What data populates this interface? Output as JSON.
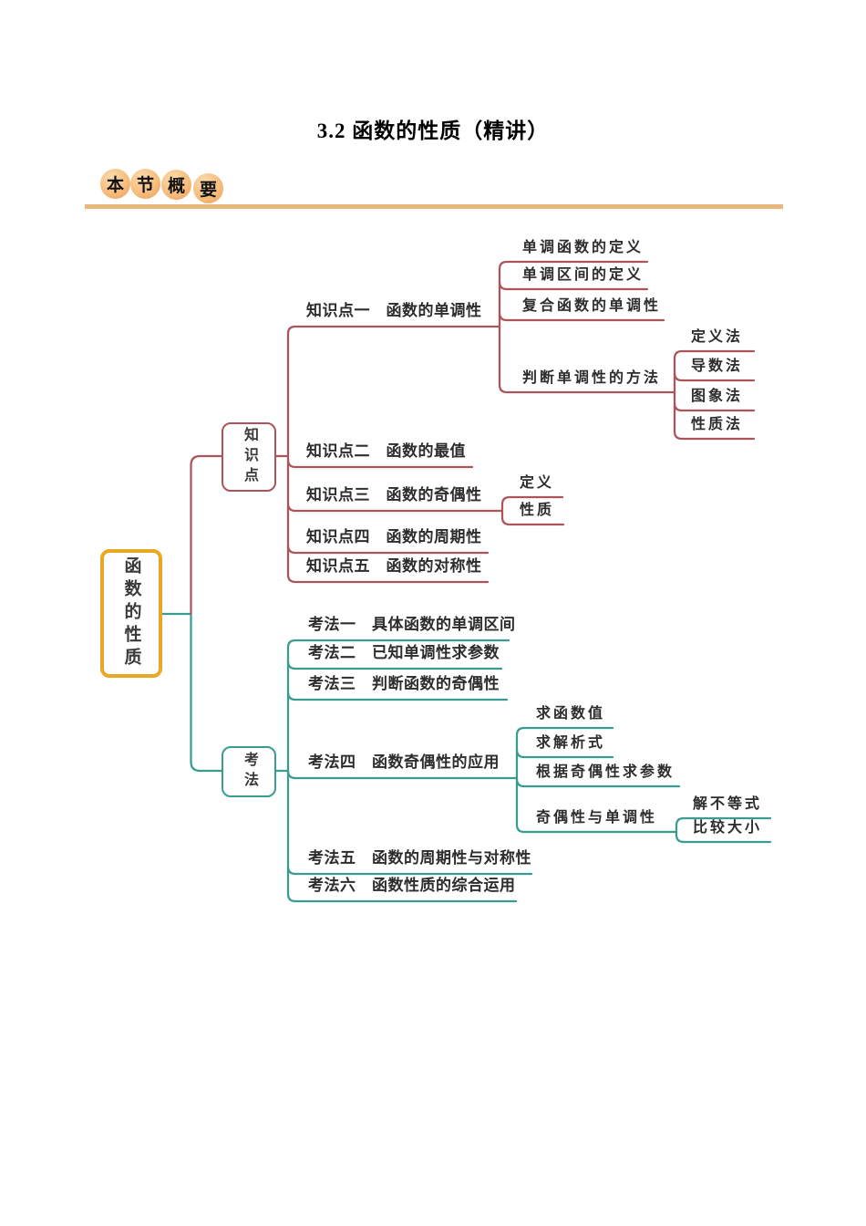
{
  "title": "3.2 函数的性质（精讲）",
  "banner": {
    "badges": [
      "本",
      "节",
      "概",
      "要"
    ]
  },
  "colors": {
    "pink": "#ad535a",
    "teal": "#3a9c90",
    "gold": "#e8a823",
    "badge-hi": "#fbdcae",
    "badge-mid": "#f6bd7e",
    "badge-rim": "#ec9d55",
    "rule": "#e9b67c",
    "ink": "#2d2d2d"
  },
  "mindmap": {
    "root": {
      "label": "函数的性质"
    },
    "branches": [
      {
        "label": "知识点",
        "children": [
          {
            "label": "知识点一　函数的单调性",
            "children": [
              {
                "label": "单调函数的定义"
              },
              {
                "label": "单调区间的定义"
              },
              {
                "label": "复合函数的单调性"
              },
              {
                "label": "判断单调性的方法",
                "children": [
                  {
                    "label": "定义法"
                  },
                  {
                    "label": "导数法"
                  },
                  {
                    "label": "图象法"
                  },
                  {
                    "label": "性质法"
                  }
                ]
              }
            ]
          },
          {
            "label": "知识点二　函数的最值"
          },
          {
            "label": "知识点三　函数的奇偶性",
            "children": [
              {
                "label": "定义"
              },
              {
                "label": "性质"
              }
            ]
          },
          {
            "label": "知识点四　函数的周期性"
          },
          {
            "label": "知识点五　函数的对称性"
          }
        ]
      },
      {
        "label": "考法",
        "children": [
          {
            "label": "考法一　具体函数的单调区间"
          },
          {
            "label": "考法二　已知单调性求参数"
          },
          {
            "label": "考法三　判断函数的奇偶性"
          },
          {
            "label": "考法四　函数奇偶性的应用",
            "children": [
              {
                "label": "求函数值"
              },
              {
                "label": "求解析式"
              },
              {
                "label": "根据奇偶性求参数"
              },
              {
                "label": "奇偶性与单调性",
                "children": [
                  {
                    "label": "解不等式"
                  },
                  {
                    "label": "比较大小"
                  }
                ]
              }
            ]
          },
          {
            "label": "考法五　函数的周期性与对称性"
          },
          {
            "label": "考法六　函数性质的综合运用"
          }
        ]
      }
    ]
  }
}
